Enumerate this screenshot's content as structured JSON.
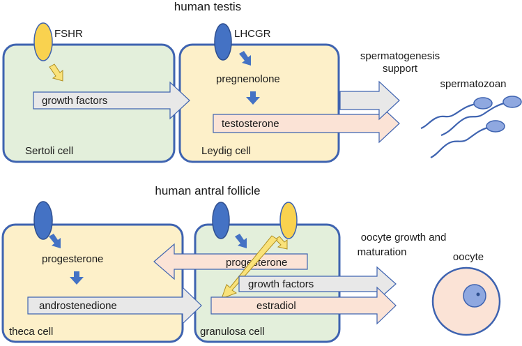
{
  "colors": {
    "cell_border": "#3e63b0",
    "green_cell": "#e3efdb",
    "yellow_cell": "#fdf0c9",
    "fshr_receptor": "#f9d24f",
    "lhcgr_receptor": "#4472c4",
    "grey_arrow": "#e8e8e8",
    "pink_arrow": "#fbe3d6",
    "arrow_outline": "#3e63b0",
    "yellow_arrow": "#f9e27a"
  },
  "testis": {
    "title": "human testis",
    "fshr_label": "FSHR",
    "lhcgr_label": "LHCGR",
    "sertoli_label": "Sertoli cell",
    "leydig_label": "Leydig cell",
    "pregnenolone": "pregnenolone",
    "growth_factors": "growth factors",
    "testosterone": "testosterone",
    "support_line1": "spermatogenesis",
    "support_line2": "support",
    "spermatozoan": "spermatozoan"
  },
  "follicle": {
    "title": "human antral follicle",
    "theca_label": "theca cell",
    "granulosa_label": "granulosa cell",
    "theca_progesterone": "progesterone",
    "androstenedione": "androstenedione",
    "granulosa_progesterone": "progesterone",
    "growth_factors": "growth factors",
    "estradiol": "estradiol",
    "oocyte_growth_line1": "oocyte growth and",
    "oocyte_growth_line2": "maturation",
    "oocyte": "oocyte"
  }
}
